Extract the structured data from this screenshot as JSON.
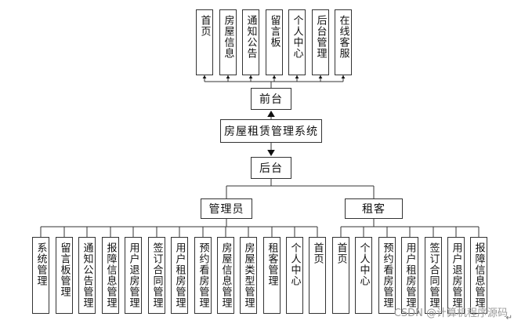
{
  "root": {
    "label": "房屋租赁管理系统"
  },
  "front": {
    "label": "前台",
    "children": [
      "首页",
      "房屋信息",
      "通知公告",
      "留言板",
      "个人中心",
      "后台管理",
      "在线客服"
    ]
  },
  "back": {
    "label": "后台"
  },
  "admin": {
    "label": "管理员",
    "children": [
      "系统管理",
      "留言板管理",
      "通知公告管理",
      "报障信息管理",
      "用户退房管理",
      "签订合同管理",
      "用户租房管理",
      "预约看房管理",
      "房屋信息管理",
      "房屋类型管理",
      "租客管理",
      "个人中心",
      "首页"
    ]
  },
  "tenant": {
    "label": "租客",
    "children": [
      "首页",
      "个人中心",
      "预约看房管理",
      "用户租房管理",
      "签订合同管理",
      "用户退房管理",
      "报障信息管理"
    ]
  },
  "watermark": "CSDN @计算机程序源码",
  "corner_mark": "↵"
}
